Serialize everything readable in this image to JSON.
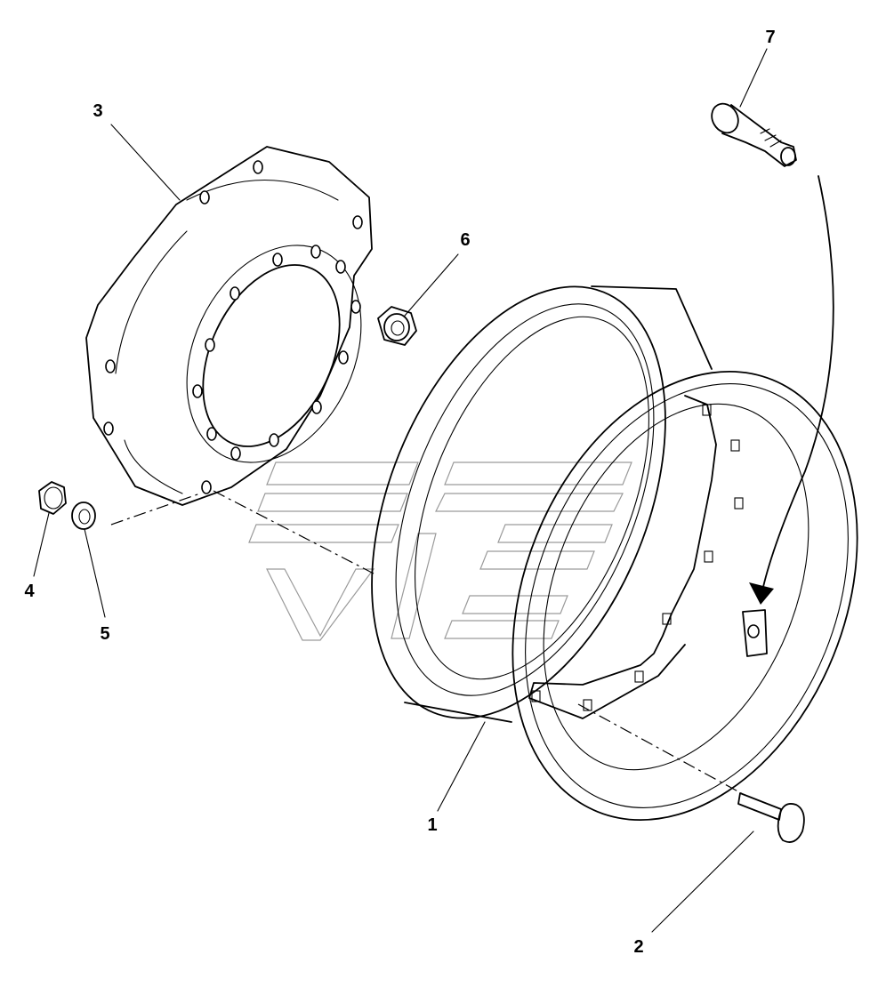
{
  "labels": {
    "wheel_rim": "1",
    "bolt": "2",
    "wheel_disc": "3",
    "nut": "4",
    "washer": "5",
    "flange_nut": "6",
    "valve": "7"
  },
  "colors": {
    "line": "#000000",
    "watermark": "#9a9a9a",
    "background": "#ffffff"
  }
}
